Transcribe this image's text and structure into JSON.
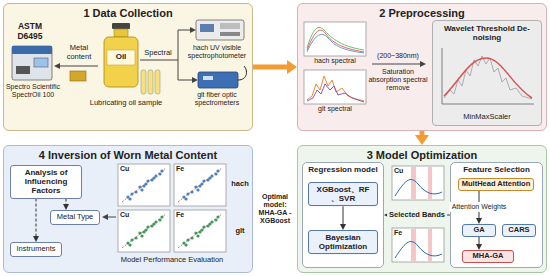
{
  "diagram": {
    "nodes": [
      {
        "text": [
          "1 Data Collection"
        ]
      },
      {
        "text": [
          "2 Preprocessing"
        ]
      },
      {
        "text": [
          "3 Model Optimization"
        ]
      },
      {
        "text": [
          "4 Inversion of Worn Metal Content"
        ]
      },
      {
        "text": [
          "Wavelet Threshold De-noising",
          "MinMaxScaler"
        ],
        "in": 1
      },
      {
        "text": [
          "Regression model"
        ],
        "in": 2
      },
      {
        "text": [
          "XGBoost、RF 、SVR"
        ],
        "in": 5
      },
      {
        "text": [
          "Bayesian Optimization"
        ],
        "in": 5
      },
      {
        "text": [
          "Feature Selection"
        ],
        "in": 2
      },
      {
        "text": [
          "MultHead Attention"
        ],
        "in": 8
      },
      {
        "text": [
          "GA"
        ],
        "in": 8
      },
      {
        "text": [
          "CARS"
        ],
        "in": 8
      },
      {
        "text": [
          "MHA-GA"
        ],
        "in": 8
      },
      {
        "text": [
          "Analysis of Influencing Factors"
        ],
        "in": 3
      },
      {
        "text": [
          "Metal Type"
        ],
        "in": 3
      },
      {
        "text": [
          "Instruments"
        ],
        "in": 3
      }
    ],
    "edges": [
      {
        "from": 0,
        "to": 1,
        "arrow": "to"
      },
      {
        "from": 1,
        "to": 2,
        "arrow": "to"
      },
      {
        "from": 2,
        "to": 3,
        "arrow": "to",
        "label": "Optimal model: MHA-GA -XGBoost"
      },
      {
        "from": 6,
        "to": 7,
        "arrow": "to"
      },
      {
        "from": 8,
        "to": 5,
        "arrow": "to",
        "label": "Selected Bands"
      },
      {
        "from": 9,
        "to": 10,
        "arrow": "to",
        "label": "Attention Weights"
      },
      {
        "from": 10,
        "to": 12,
        "arrow": "to"
      },
      {
        "from": 13,
        "to": 14,
        "arrow": "to"
      },
      {
        "from": 13,
        "to": 15,
        "arrow": "to"
      }
    ],
    "labels": [
      "ASTM D6495",
      "Spectro Scientific SpectrOil 100",
      "Metal content",
      "Oil",
      "Lubricating oil sample",
      "Spectral",
      "hach UV visible spectrophotometer",
      "glt fiber optic spectrometers",
      "hach spectral",
      "glt spectral",
      "(200~380nm)",
      "Saturation absorption spectral remove",
      "Cu",
      "Fe",
      "Cu",
      "Fe",
      "Cu",
      "Fe",
      "hach",
      "glt",
      "Model Performance Evaluation"
    ]
  }
}
